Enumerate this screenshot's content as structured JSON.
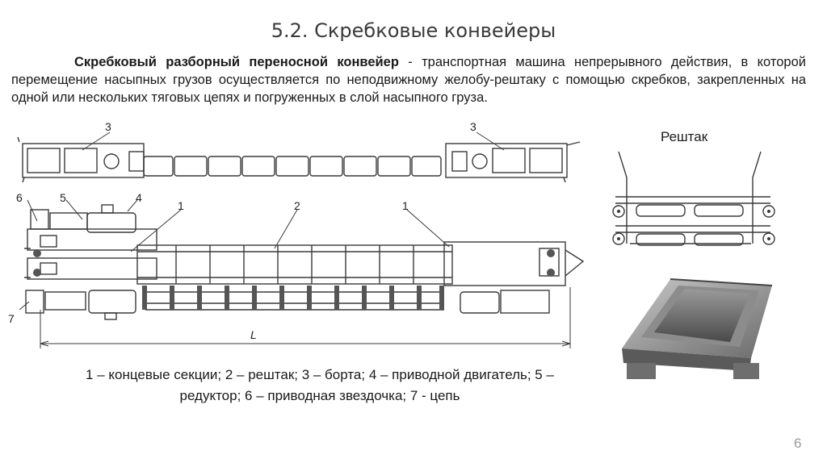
{
  "slide": {
    "title": "5.2. Скребковые конвейеры",
    "paragraph": {
      "term": "Скребковый разборный переносной конвейер",
      "definition": " - транспортная машина непрерывного действия, в которой перемещение насыпных грузов осуществляется по неподвижному желобу-рештаку с помощью скребков, закрепленных на одной или нескольких тяговых цепях и погруженных в слой насыпного груза."
    },
    "diagram": {
      "callouts": {
        "top_left_3": "3",
        "top_right_3": "3",
        "c6": "6",
        "c5": "5",
        "c4": "4",
        "c1_left": "1",
        "c2": "2",
        "c1_right": "1",
        "c7": "7",
        "length": "L"
      }
    },
    "reshtak_label": "Рештак",
    "legend": "1 – концевые секции; 2 – рештак; 3 – борта; 4 – приводной двигатель;  5 – редуктор; 6 – приводная звездочка; 7 - цепь",
    "page_number": "6"
  }
}
